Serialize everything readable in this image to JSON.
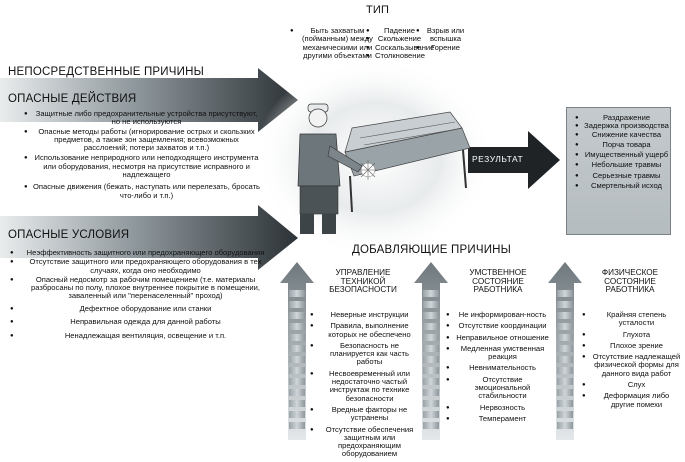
{
  "type_section": {
    "title": "ТИП",
    "col1": [
      "Быть захватым (пойманным) между механическими или другими объектами"
    ],
    "col2": [
      "Падение",
      "Скольжение",
      "Соскальзывание",
      "Столкновение"
    ],
    "col3": [
      "Взрыв или вспышка",
      "Горение"
    ]
  },
  "direct_causes": {
    "title": "НЕПОСРЕДСТВЕННЫЕ ПРИЧИНЫ",
    "unsafe_actions": {
      "title": "ОПАСНЫЕ ДЕЙСТВИЯ",
      "items": [
        "Защитные либо предохранительные устройства присутствуют, но не используются",
        "Опасные методы работы (игнорирование острых и скользких предметов, а также зон защемления; всевозможных расслоений; потери захватов и т.п.)",
        "Использование неприродного или неподходящего инструмента или оборудования, несмотря на присутствие исправного и надлежащего",
        "Опасные движения (бежать, наступать или перелезать, бросать что-либо и т.п.)"
      ]
    },
    "unsafe_conditions": {
      "title": "ОПАСНЫЕ УСЛОВИЯ",
      "items": [
        "Неэффективность защитного или предохраняющего оборудования",
        "Отсутствие защитного или предохраняющего оборудования в тех случаях, когда оно необходимо",
        "Опасный недосмотр за рабочим помещением (т.е. материалы разбросаны по полу, плохое внутреннее покрытие в помещении, заваленный или \"перенаселенный\" проход)",
        "Дефектное оборудование или станки",
        "Неправильная одежда для данной работы",
        "Ненадлежащая вентиляция, освещение и т.п."
      ]
    }
  },
  "result": {
    "label": "РЕЗУЛЬТАТ",
    "items": [
      "Раздражение",
      "Задержка производства",
      "Снижение качества",
      "Порча товара",
      "Имущественный ущерб",
      "Небольшие травмы",
      "Серьезные травмы",
      "Смертельный исход"
    ]
  },
  "contributing": {
    "title": "ДОБАВЛЯЮЩИЕ ПРИЧИНЫ",
    "columns": [
      {
        "title": "УПРАВЛЕНИЕ ТЕХНИКОЙ БЕЗОПАСНОСТИ",
        "items": [
          "Неверные инструкции",
          "Правила, выполнение которых не обеспечено",
          "Безопасность не планируется как часть работы",
          "Несвоевременный или недостаточно частый инструктаж по технике безопасности",
          "Вредные факторы не устранены",
          "Отсутствие обеспечения защитным или предохраняющим оборудованием"
        ]
      },
      {
        "title": "УМСТВЕННОЕ СОСТОЯНИЕ РАБОТНИКА",
        "items": [
          "Не информирован-ность",
          "Отсутствие координации",
          "Неправильное отношение",
          "Медленная умственная реакция",
          "Невнимательность",
          "Отсутствие эмоциональной стабильности",
          "Нервозность",
          "Темперамент"
        ]
      },
      {
        "title": "ФИЗИЧЕСКОЕ СОСТОЯНИЕ РАБОТНИКА",
        "items": [
          "Крайняя степень усталости",
          "Глухота",
          "Плохое зрение",
          "Отсутствие надлежащей физической формы для данного вида работ",
          "Слух",
          "Деформация либо другие помехи"
        ]
      }
    ]
  },
  "colors": {
    "arrow_dark": "#2e3438",
    "arrow_light": "#b8c0c4",
    "result_box": "#bcc3c7"
  }
}
